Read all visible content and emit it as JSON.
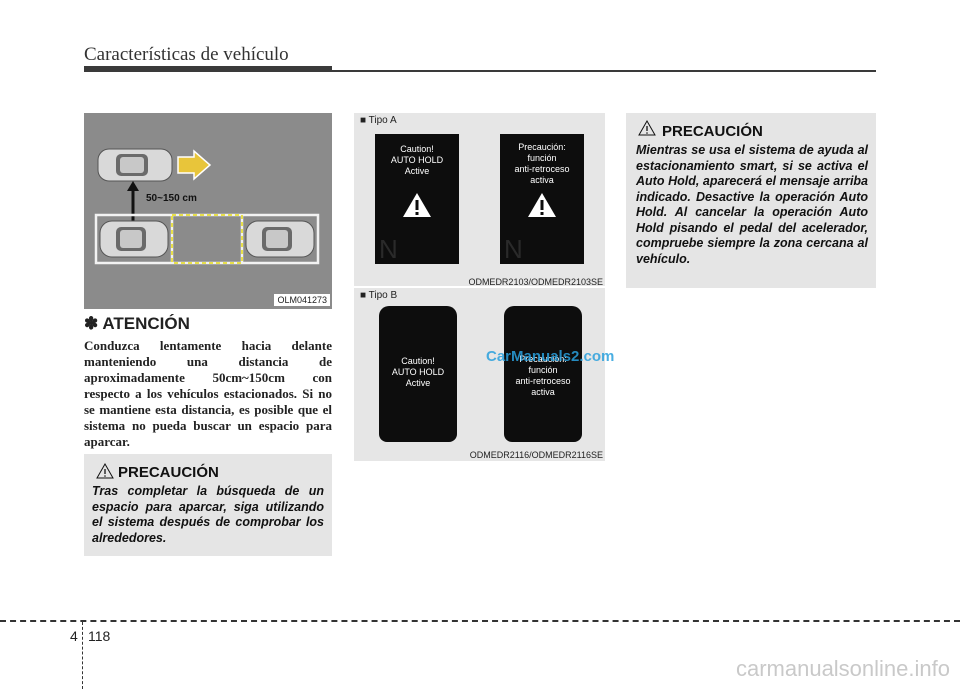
{
  "header": {
    "title": "Características de vehículo"
  },
  "figure1": {
    "code": "OLM041273",
    "distance_label": "50~150 cm"
  },
  "attention": {
    "title": "✽ ATENCIÓN",
    "body": "Conduzca lentamente hacia delante manteniendo una distancia de aproximadamente 50cm~150cm con respecto a los vehículos estacionados. Si no se mantiene esta distancia, es posible que el sistema no pueda buscar un espacio para aparcar."
  },
  "caution_left": {
    "title": "PRECAUCIÓN",
    "body": "Tras completar la búsqueda de un espacio para aparcar, siga utilizando el sistema después de comprobar los alrededores."
  },
  "tipo_a": {
    "label": "■ Tipo A",
    "display_left": [
      "Caution!",
      "AUTO HOLD",
      "Active"
    ],
    "display_right": [
      "Precaución:",
      "función",
      "anti-retroceso",
      "activa"
    ],
    "code": "ODMEDR2103/ODMEDR2103SE"
  },
  "tipo_b": {
    "label": "■ Tipo B",
    "display_left": [
      "Caution!",
      "AUTO HOLD",
      "Active"
    ],
    "display_right": [
      "Precaución:",
      "función",
      "anti-retroceso",
      "activa"
    ],
    "code": "ODMEDR2116/ODMEDR2116SE"
  },
  "caution_right": {
    "title": "PRECAUCIÓN",
    "body": "Mientras se usa el sistema de ayuda al estacionamiento smart, si se activa el Auto Hold, aparecerá el mensaje arriba indicado. Desactive la operación Auto Hold. Al cancelar la operación Auto Hold pisando el pedal del acelerador, compruebe siempre la zona cercana al vehículo."
  },
  "watermark_overlay": "CarManuals2.com",
  "footer": {
    "chapter": "4",
    "page": "118",
    "site": "carmanualsonline.info"
  },
  "colors": {
    "arrow": "#e8c53a",
    "bay_dashes": "#e8e04a",
    "figure_bg": "#8b8b8b",
    "caution_bg": "#e5e5e5"
  }
}
